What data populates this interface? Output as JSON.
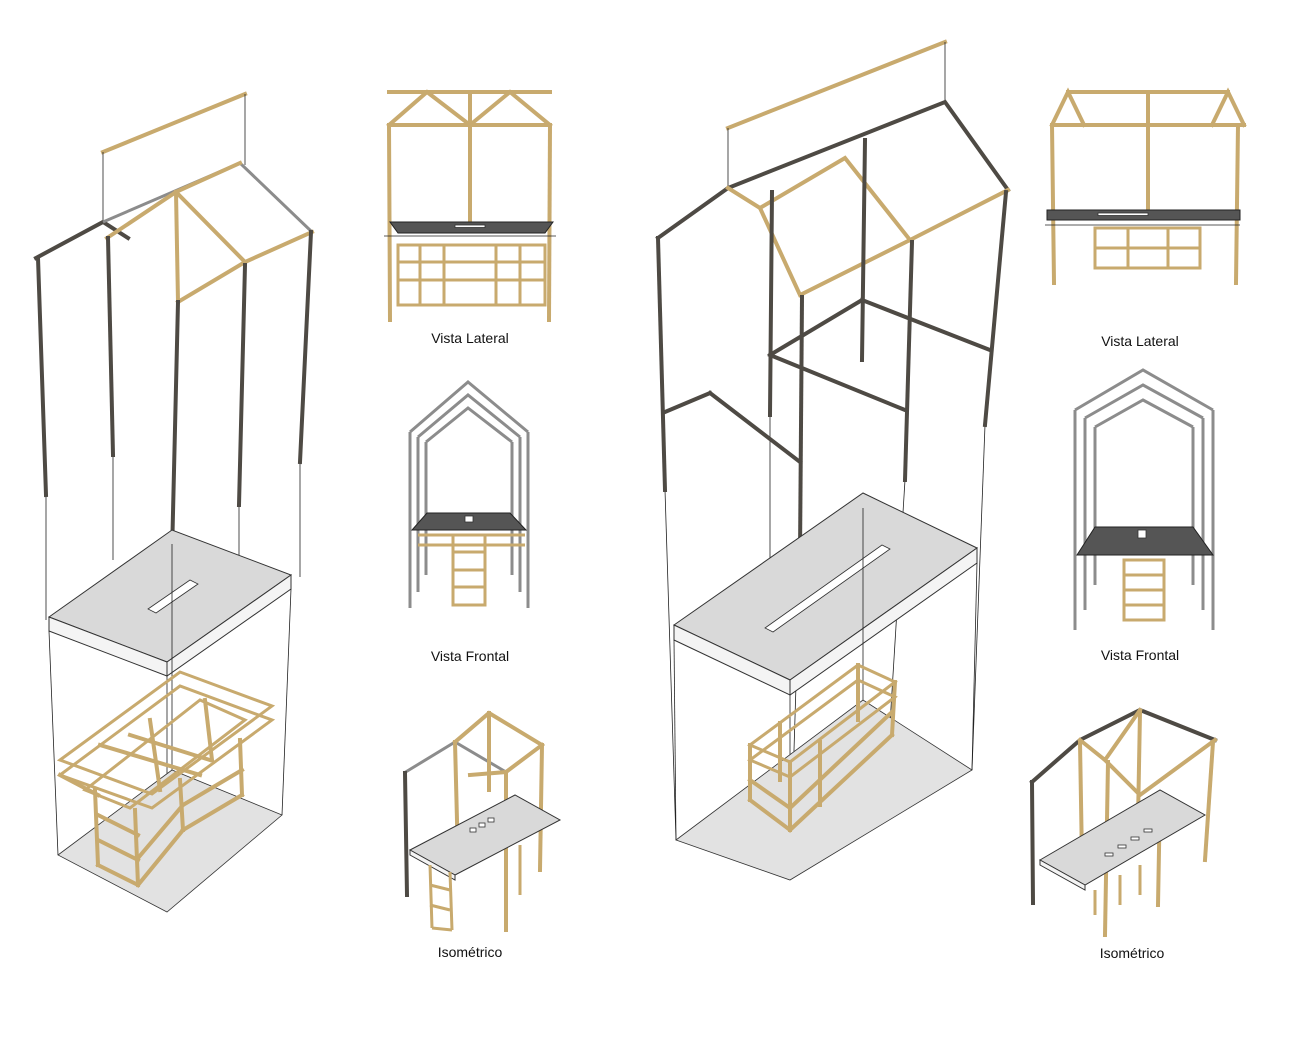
{
  "captions": {
    "a_lateral": "Vista Lateral",
    "a_frontal": "Vista Frontal",
    "a_iso": "Isométrico",
    "b_lateral": "Vista Lateral",
    "b_frontal": "Vista Frontal",
    "b_iso": "Isométrico"
  },
  "colors": {
    "wood": "#c8aa6e",
    "metal_frame": "#4e4a44",
    "table_top": "#d9d9d9",
    "table_top_dark": "#555555",
    "floor": "#e2e2e2"
  }
}
